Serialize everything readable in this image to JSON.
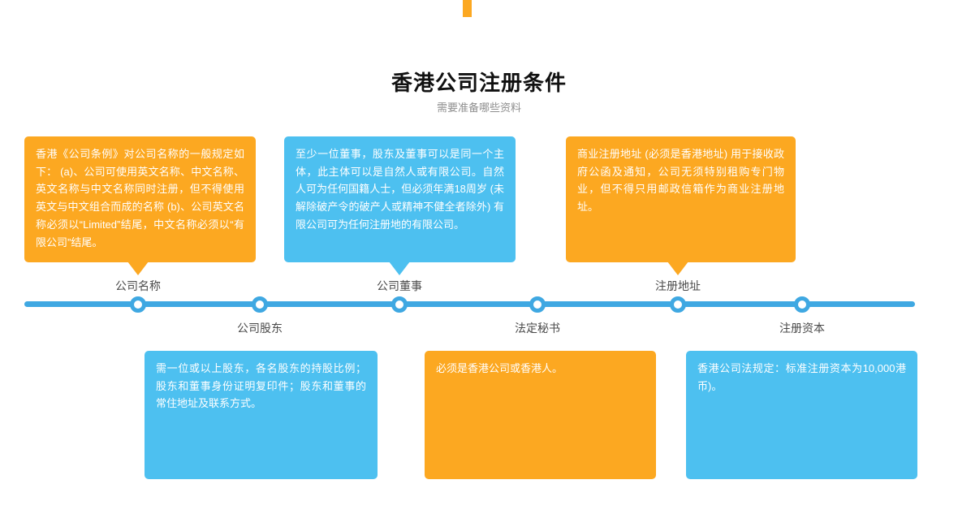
{
  "page": {
    "title": "香港公司注册条件",
    "subtitle": "需要准备哪些资料"
  },
  "colors": {
    "orange": "#FCA821",
    "blue": "#4DC0F0",
    "line": "#3FA8E2"
  },
  "timeline": {
    "top_items": [
      {
        "label": "公司名称",
        "color": "orange",
        "text": "香港《公司条例》对公司名称的一般规定如下： (a)、公司可使用英文名称、中文名称、英文名称与中文名称同时注册，但不得使用英文与中文组合而成的名称 (b)、公司英文名称必须以“Limited”结尾，中文名称必须以“有限公司”结尾。"
      },
      {
        "label": "公司董事",
        "color": "blue",
        "text": "至少一位董事，股东及董事可以是同一个主体，此主体可以是自然人或有限公司。自然人可为任何国籍人士，但必须年满18周岁 (未解除破产令的破产人或精神不健全者除外) 有限公司可为任何注册地的有限公司。"
      },
      {
        "label": "注册地址",
        "color": "orange",
        "text": "商业注册地址 (必须是香港地址) 用于接收政府公函及通知，公司无须特别租购专门物业，但不得只用邮政信箱作为商业注册地址。"
      }
    ],
    "bottom_items": [
      {
        "label": "公司股东",
        "color": "blue",
        "text": "需一位或以上股东，各名股东的持股比例；股东和董事身份证明复印件；股东和董事的常住地址及联系方式。"
      },
      {
        "label": "法定秘书",
        "color": "orange",
        "text": "必须是香港公司或香港人。"
      },
      {
        "label": "注册资本",
        "color": "blue",
        "text": "香港公司法规定：标准注册资本为10,000港币)。"
      }
    ]
  }
}
